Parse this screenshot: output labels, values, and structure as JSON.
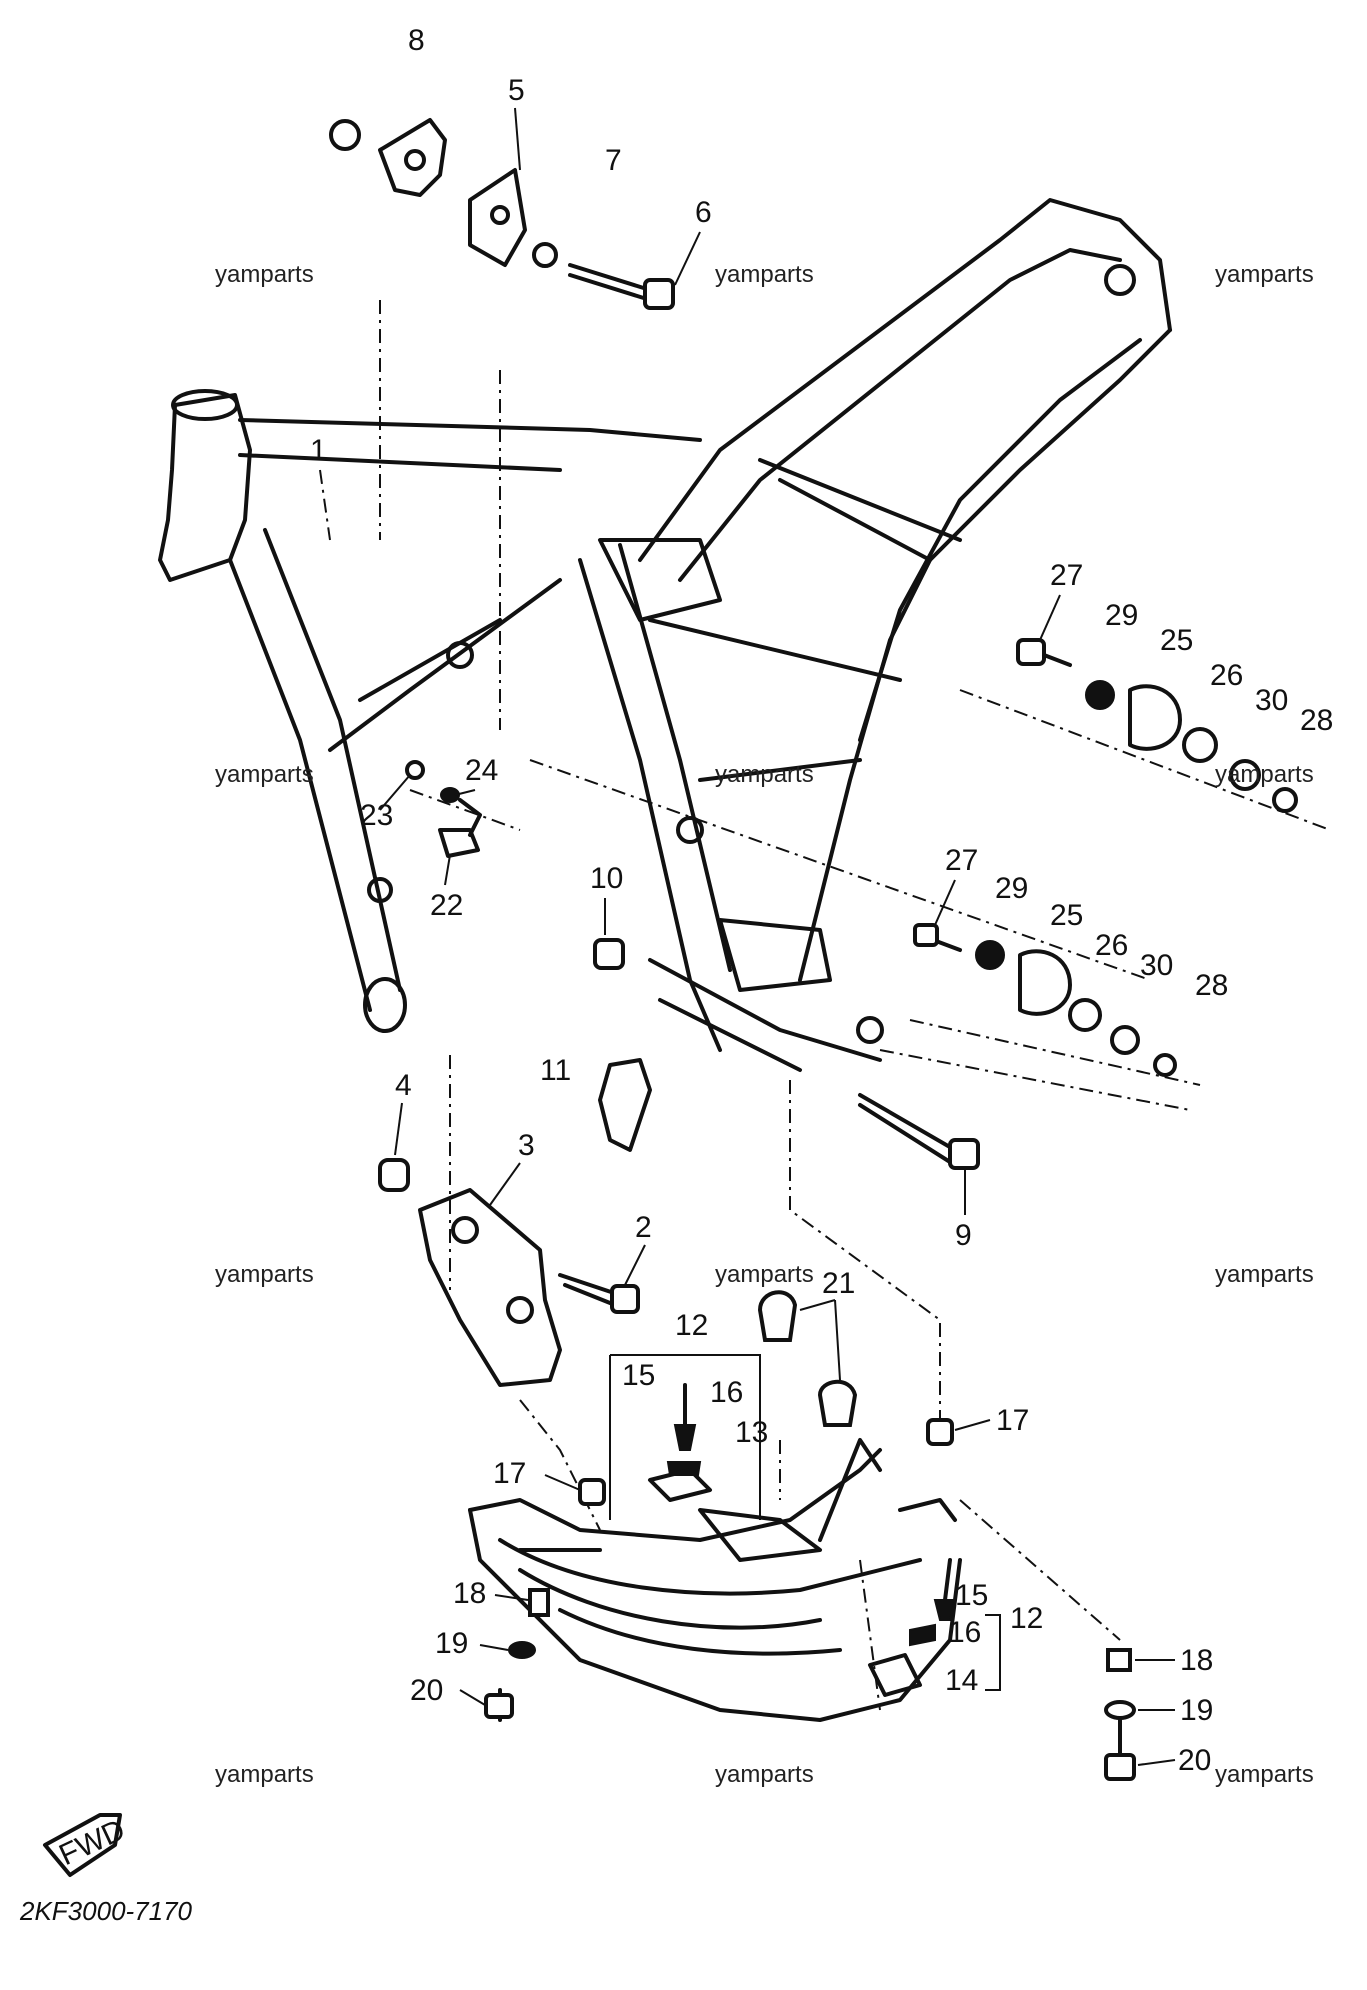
{
  "diagram": {
    "part_labels": [
      "8",
      "5",
      "7",
      "6",
      "1",
      "27",
      "29",
      "25",
      "26",
      "30",
      "28",
      "23",
      "24",
      "22",
      "10",
      "27",
      "29",
      "25",
      "26",
      "30",
      "28",
      "11",
      "4",
      "3",
      "9",
      "2",
      "21",
      "12",
      "15",
      "16",
      "13",
      "17",
      "17",
      "18",
      "15",
      "16",
      "12",
      "19",
      "20",
      "14",
      "18",
      "19",
      "20"
    ],
    "watermark": "yamparts",
    "fwd_label": "FWD",
    "code": "2KF3000-7170"
  }
}
